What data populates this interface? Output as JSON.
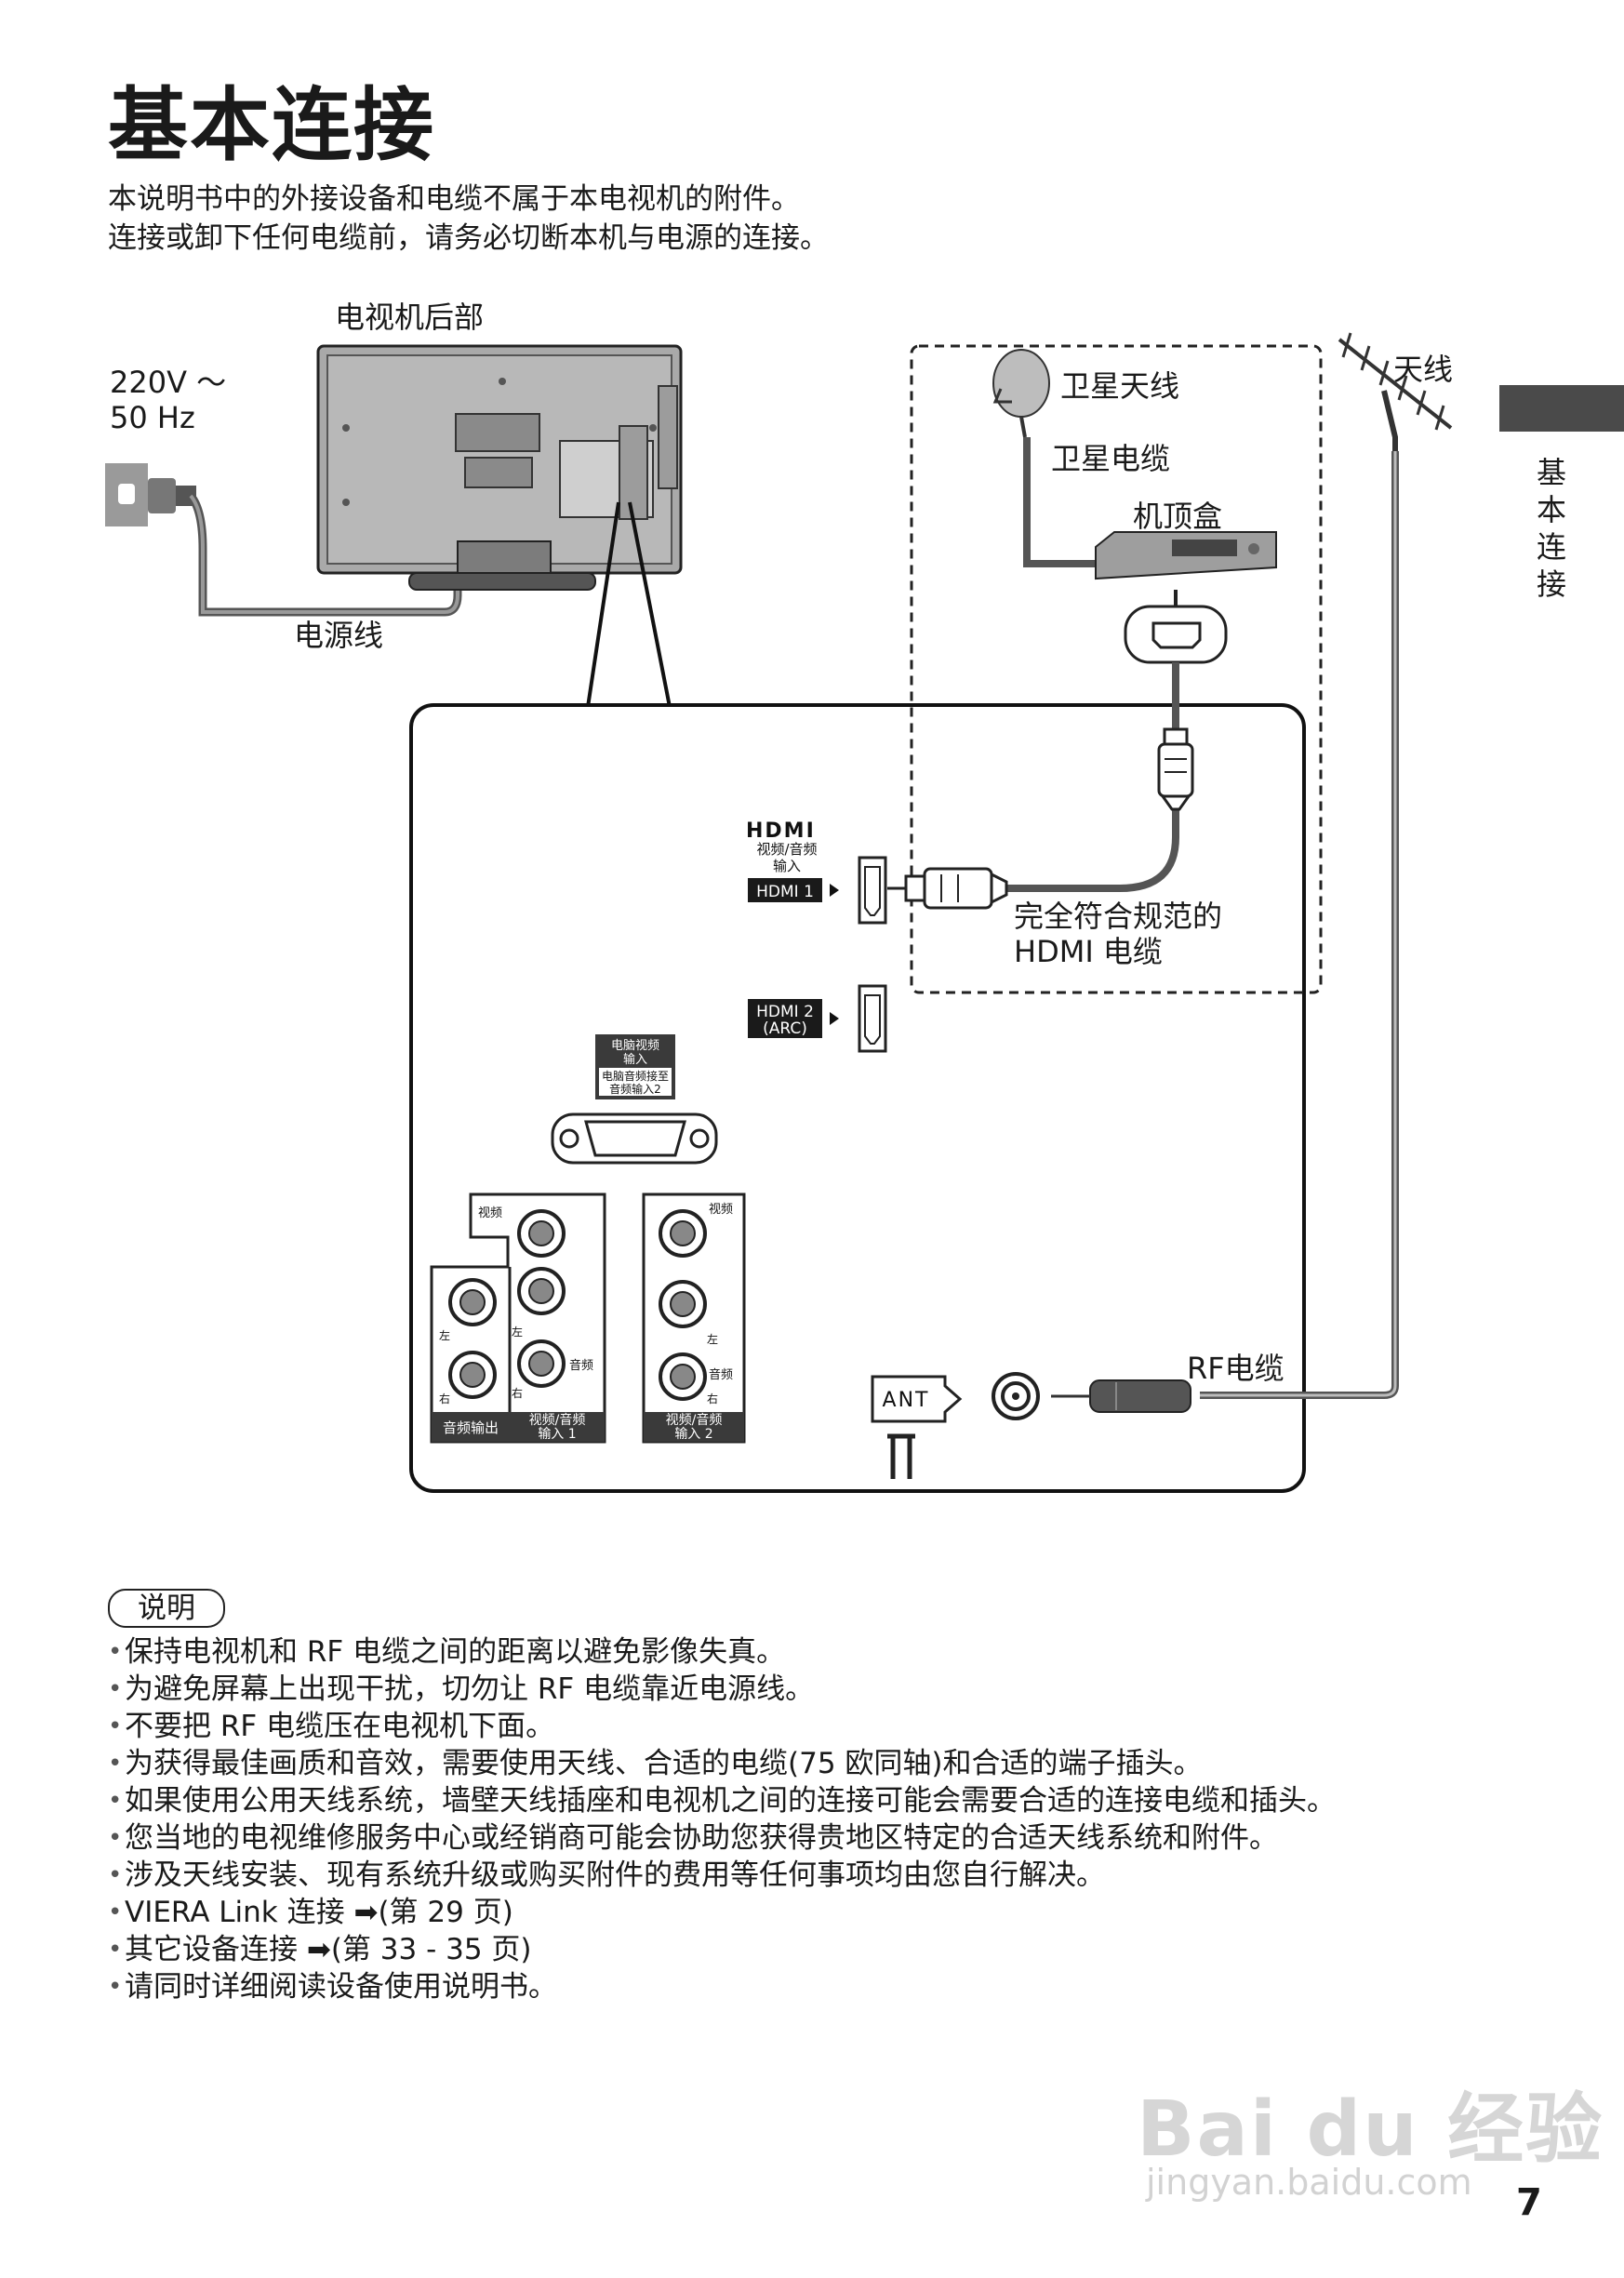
{
  "page": {
    "title": "基本连接",
    "intro_lines": [
      "本说明书中的外接设备和电缆不属于本电视机的附件。",
      "连接或卸下任何电缆前，请务必切断本机与电源的连接。"
    ],
    "side_tab_text": [
      "基",
      "本",
      "连",
      "接"
    ],
    "page_number": "7"
  },
  "diagram": {
    "tv_rear_label": "电视机后部",
    "power_spec_line1": "220V ～",
    "power_spec_line2": "50 Hz",
    "power_cord_label": "电源线",
    "satellite_dish_label": "卫星天线",
    "satellite_cable_label": "卫星电缆",
    "settop_box_label": "机顶盒",
    "antenna_label": "天线",
    "hdmi_cable_line1": "完全符合规范的",
    "hdmi_cable_line2": "HDMI 电缆",
    "rf_cable_label": "RF电缆",
    "panel": {
      "hdmi_logo": "HDMI",
      "hdmi_av_in_line1": "视频/音频",
      "hdmi_av_in_line2": "输入",
      "hdmi1_label": "HDMI 1",
      "hdmi2_line1": "HDMI 2",
      "hdmi2_line2": "(ARC)",
      "pc_label_line1": "电脑视频",
      "pc_label_line2": "输入",
      "pc_audio_line1": "电脑音频接至",
      "pc_audio_line2": "音频输入2",
      "video": "视频",
      "left": "左",
      "right": "右",
      "audio": "音频",
      "audio_out": "音频输出",
      "av_in1_line1": "视频/音频",
      "av_in1_line2": "输入 1",
      "av_in2_line1": "视频/音频",
      "av_in2_line2": "输入 2",
      "ant": "ANT"
    }
  },
  "notes": {
    "header": "说明",
    "items": [
      "保持电视机和 RF 电缆之间的距离以避免影像失真。",
      "为避免屏幕上出现干扰，切勿让 RF 电缆靠近电源线。",
      "不要把 RF 电缆压在电视机下面。",
      "为获得最佳画质和音效，需要使用天线、合适的电缆(75 欧同轴)和合适的端子插头。",
      "如果使用公用天线系统，墙壁天线插座和电视机之间的连接可能会需要合适的连接电缆和插头。",
      "您当地的电视维修服务中心或经销商可能会协助您获得贵地区特定的合适天线系统和附件。",
      "涉及天线安装、现有系统升级或购买附件的费用等任何事项均由您自行解决。",
      "VIERA Link 连接 ➡(第 29 页)",
      "其它设备连接 ➡(第 33 - 35 页)",
      "请同时详细阅读设备使用说明书。"
    ]
  },
  "watermark": {
    "brand": "Bai du 经验",
    "url": "jingyan.baidu.com"
  }
}
